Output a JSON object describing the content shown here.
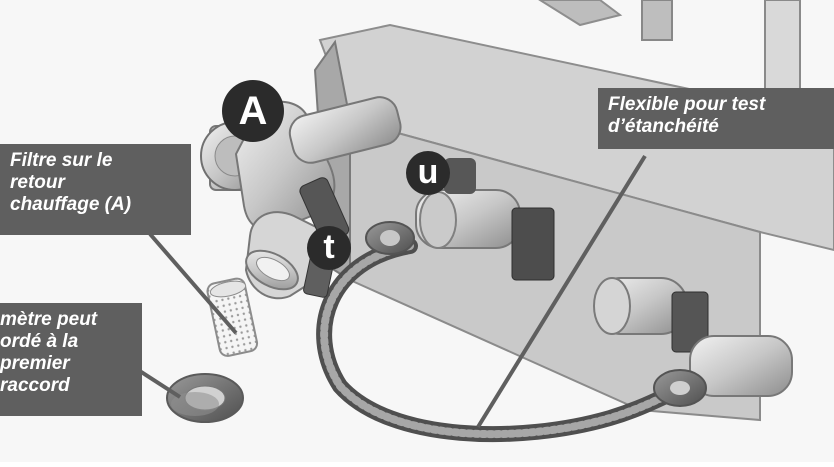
{
  "labels": {
    "filter": [
      "Filtre sur le",
      "retour",
      "chauffage (A)"
    ],
    "hose": [
      "Flexible pour test",
      "d’étanchéité"
    ],
    "left": [
      "mètre peut",
      "ordé à la",
      "premier",
      "raccord"
    ]
  },
  "markers": {
    "a": "A",
    "u": "u",
    "t": "t"
  },
  "colors": {
    "label_bg": "#5f5f5f",
    "badge_bg": "#2b2b2b",
    "metal_dark": "#777777",
    "metal_light": "#d7d7d7"
  }
}
